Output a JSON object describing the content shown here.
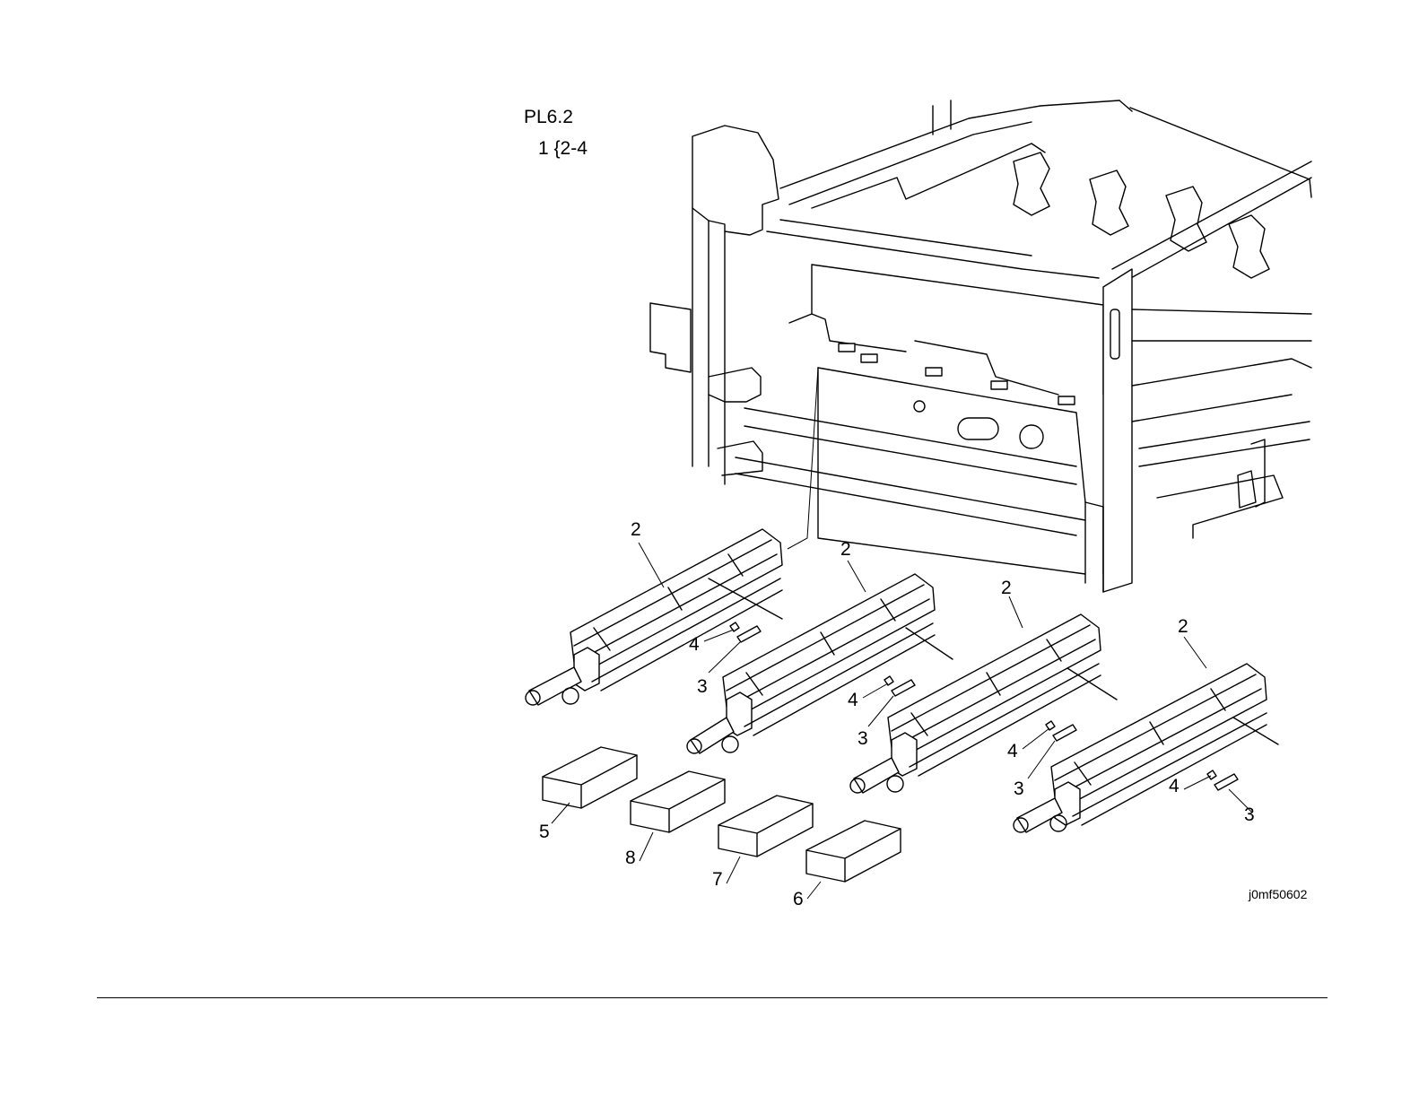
{
  "diagram": {
    "plate_ref": "PL6.2",
    "plate_sub": "1 {2-4",
    "figure_id": "j0mf50602",
    "callouts": [
      "2",
      "2",
      "2",
      "2",
      "4",
      "4",
      "4",
      "4",
      "3",
      "3",
      "3",
      "3",
      "5",
      "8",
      "7",
      "6"
    ]
  }
}
